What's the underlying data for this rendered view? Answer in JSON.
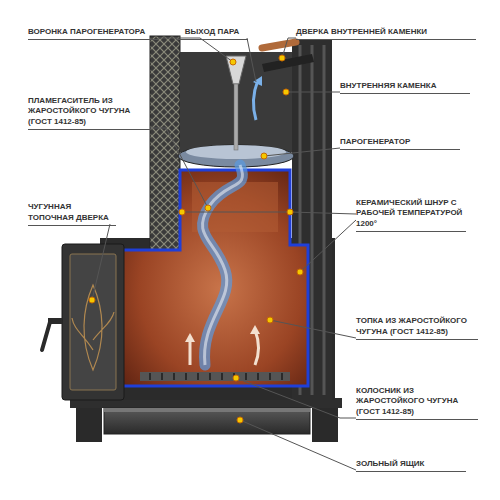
{
  "diagram": {
    "labels": [
      "ВОРОНКА ПАРОГЕНЕРАТОРА",
      "ВЫХОД ПАРА",
      "ДВЕРКА ВНУТРЕННЕЙ КАМЕНКИ",
      "ВНУТРЕННЯЯ КАМЕНКА",
      "ПЛАМЕГАСИТЕЛЬ ИЗ ЖАРОСТОЙКОГО ЧУГУНА (ГОСТ 1412-85)",
      "ПАРОГЕНЕРАТОР",
      "ЧУГУННАЯ ТОПОЧНАЯ ДВЕРКА",
      "КЕРАМИЧЕСКИЙ ШНУР С РАБОЧЕЙ ТЕМПЕРАТУРОЙ 1200°",
      "ТОПКА ИЗ ЖАРОСТОЙКОГО ЧУГУНА (ГОСТ 1412-85)",
      "КОЛОСНИК ИЗ ЖАРОСТОЙКОГО ЧУГУНА (ГОСТ 1412-85)",
      "ЗОЛЬНЫЙ ЯЩИК"
    ]
  }
}
